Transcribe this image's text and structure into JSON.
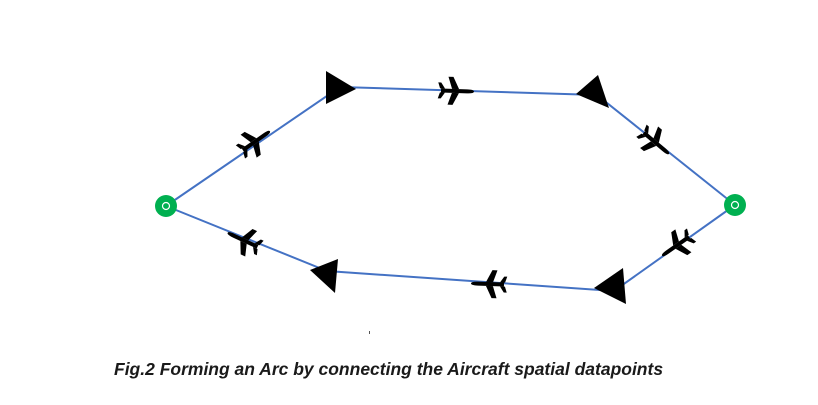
{
  "figure": {
    "caption": "Fig.2 Forming an Arc by connecting the Aircraft spatial datapoints"
  },
  "colors": {
    "path": "#4472c4",
    "node_fill": "#00b050",
    "node_center": "#ffffff",
    "marker": "#000000",
    "caption": "#1a1a1a"
  },
  "nodes": [
    "left-endpoint",
    "right-endpoint"
  ],
  "icons": [
    "airplane-icon",
    "direction-arrow-icon"
  ]
}
